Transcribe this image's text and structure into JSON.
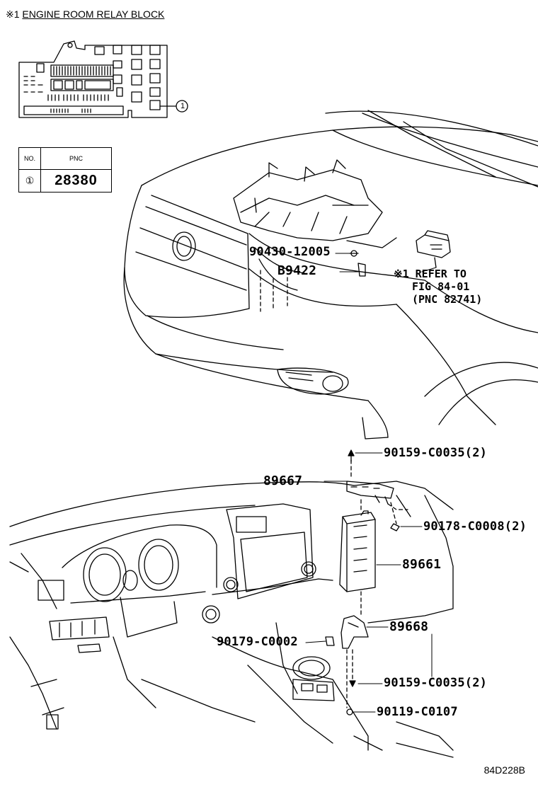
{
  "header": {
    "mark": "※1",
    "title": "ENGINE ROOM RELAY BLOCK"
  },
  "table": {
    "col_no": "NO.",
    "col_pnc": "PNC",
    "row_no": "①",
    "row_pnc": "28380"
  },
  "callout_marker": "1",
  "parts": {
    "p1": "90430-12005",
    "p2": "B9422",
    "p3": "90159-C0035(2)",
    "p4": "89667",
    "p5": "90178-C0008(2)",
    "p6": "89661",
    "p7": "89668",
    "p8": "90179-C0002",
    "p9": "90159-C0035(2)",
    "p10": "90119-C0107"
  },
  "refer_note": {
    "line1": "※1 REFER TO",
    "line2": "FIG 84-01",
    "line3": "(PNC 82741)"
  },
  "diagram_code": "84D228B"
}
